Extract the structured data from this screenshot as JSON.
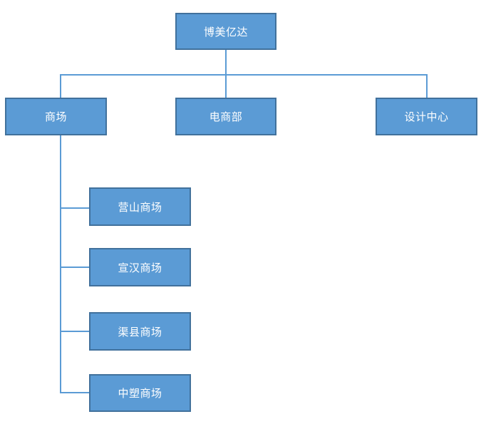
{
  "org_chart": {
    "type": "org-tree",
    "root": {
      "label": "博美亿达"
    },
    "departments": [
      {
        "label": "商场"
      },
      {
        "label": "电商部"
      },
      {
        "label": "设计中心"
      }
    ],
    "mall_branches": [
      {
        "label": "营山商场"
      },
      {
        "label": "宣汉商场"
      },
      {
        "label": "渠县商场"
      },
      {
        "label": "中塑商场"
      }
    ],
    "colors": {
      "node_fill": "#5B9BD5",
      "node_border": "#41719C",
      "node_text": "#FFFFFF",
      "connector": "#5B9BD5",
      "background": "#FFFFFF"
    }
  }
}
